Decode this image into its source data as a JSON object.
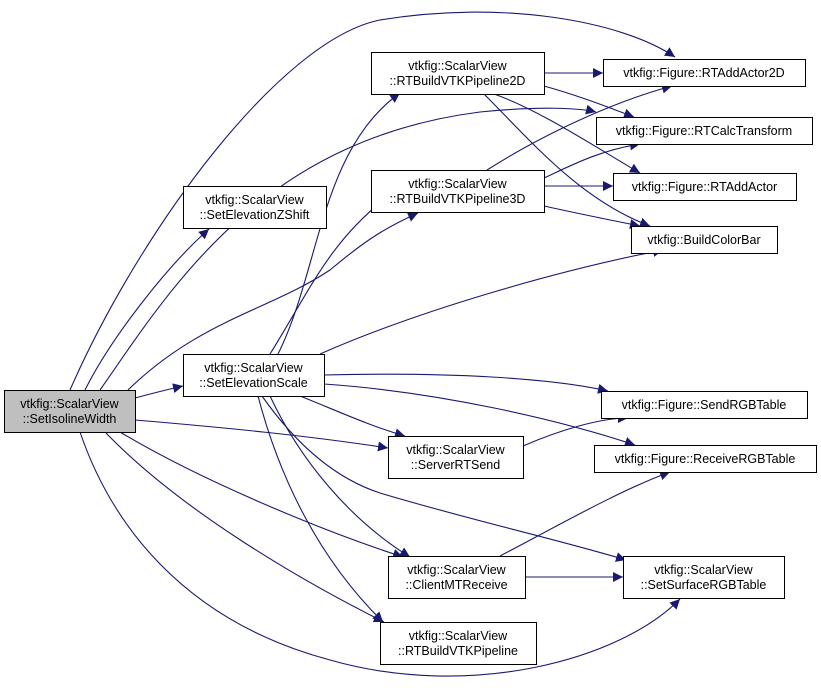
{
  "diagram": {
    "type": "call-graph",
    "colors": {
      "edge": "#191970",
      "root_fill": "#bfbfbf",
      "node_fill": "#ffffff",
      "node_border": "#000000"
    },
    "nodes": [
      {
        "id": "setisolinewidth",
        "lines": [
          "vtkfig::ScalarView",
          "::SetIsolineWidth"
        ],
        "root": true
      },
      {
        "id": "setelevationzshift",
        "lines": [
          "vtkfig::ScalarView",
          "::SetElevationZShift"
        ]
      },
      {
        "id": "setelevationscale",
        "lines": [
          "vtkfig::ScalarView",
          "::SetElevationScale"
        ]
      },
      {
        "id": "rtbuildvtkpipeline2d",
        "lines": [
          "vtkfig::ScalarView",
          "::RTBuildVTKPipeline2D"
        ]
      },
      {
        "id": "rtbuildvtkpipeline3d",
        "lines": [
          "vtkfig::ScalarView",
          "::RTBuildVTKPipeline3D"
        ]
      },
      {
        "id": "serverrtsend",
        "lines": [
          "vtkfig::ScalarView",
          "::ServerRTSend"
        ]
      },
      {
        "id": "clientmtreceive",
        "lines": [
          "vtkfig::ScalarView",
          "::ClientMTReceive"
        ]
      },
      {
        "id": "rtbuildvtkpipeline",
        "lines": [
          "vtkfig::ScalarView",
          "::RTBuildVTKPipeline"
        ]
      },
      {
        "id": "rtaddactor2d",
        "lines": [
          "vtkfig::Figure::RTAddActor2D"
        ]
      },
      {
        "id": "rtcalctransform",
        "lines": [
          "vtkfig::Figure::RTCalcTransform"
        ]
      },
      {
        "id": "rtaddactor",
        "lines": [
          "vtkfig::Figure::RTAddActor"
        ]
      },
      {
        "id": "buildcolorbar",
        "lines": [
          "vtkfig::BuildColorBar"
        ]
      },
      {
        "id": "sendrgbtable",
        "lines": [
          "vtkfig::Figure::SendRGBTable"
        ]
      },
      {
        "id": "receivergbtable",
        "lines": [
          "vtkfig::Figure::ReceiveRGBTable"
        ]
      },
      {
        "id": "setsurfacergbtable",
        "lines": [
          "vtkfig::ScalarView",
          "::SetSurfaceRGBTable"
        ]
      }
    ],
    "edges": [
      {
        "from": "setisolinewidth",
        "to": "setelevationzshift"
      },
      {
        "from": "setisolinewidth",
        "to": "rtaddactor2d"
      },
      {
        "from": "setisolinewidth",
        "to": "rtcalctransform"
      },
      {
        "from": "setisolinewidth",
        "to": "rtbuildvtkpipeline3d"
      },
      {
        "from": "setisolinewidth",
        "to": "setelevationscale"
      },
      {
        "from": "setisolinewidth",
        "to": "serverrtsend"
      },
      {
        "from": "setisolinewidth",
        "to": "clientmtreceive"
      },
      {
        "from": "setisolinewidth",
        "to": "rtbuildvtkpipeline"
      },
      {
        "from": "setisolinewidth",
        "to": "setsurfacergbtable"
      },
      {
        "from": "setelevationscale",
        "to": "rtbuildvtkpipeline2d"
      },
      {
        "from": "setelevationscale",
        "to": "rtbuildvtkpipeline3d"
      },
      {
        "from": "setelevationscale",
        "to": "buildcolorbar"
      },
      {
        "from": "setelevationscale",
        "to": "sendrgbtable"
      },
      {
        "from": "setelevationscale",
        "to": "receivergbtable"
      },
      {
        "from": "setelevationscale",
        "to": "serverrtsend"
      },
      {
        "from": "setelevationscale",
        "to": "setsurfacergbtable"
      },
      {
        "from": "setelevationscale",
        "to": "clientmtreceive"
      },
      {
        "from": "setelevationscale",
        "to": "rtbuildvtkpipeline"
      },
      {
        "from": "rtbuildvtkpipeline2d",
        "to": "rtaddactor2d"
      },
      {
        "from": "rtbuildvtkpipeline2d",
        "to": "rtcalctransform"
      },
      {
        "from": "rtbuildvtkpipeline2d",
        "to": "rtaddactor"
      },
      {
        "from": "rtbuildvtkpipeline2d",
        "to": "buildcolorbar"
      },
      {
        "from": "rtbuildvtkpipeline3d",
        "to": "rtaddactor2d"
      },
      {
        "from": "rtbuildvtkpipeline3d",
        "to": "rtcalctransform"
      },
      {
        "from": "rtbuildvtkpipeline3d",
        "to": "rtaddactor"
      },
      {
        "from": "rtbuildvtkpipeline3d",
        "to": "buildcolorbar"
      },
      {
        "from": "serverrtsend",
        "to": "sendrgbtable"
      },
      {
        "from": "clientmtreceive",
        "to": "receivergbtable"
      },
      {
        "from": "clientmtreceive",
        "to": "setsurfacergbtable"
      }
    ]
  }
}
